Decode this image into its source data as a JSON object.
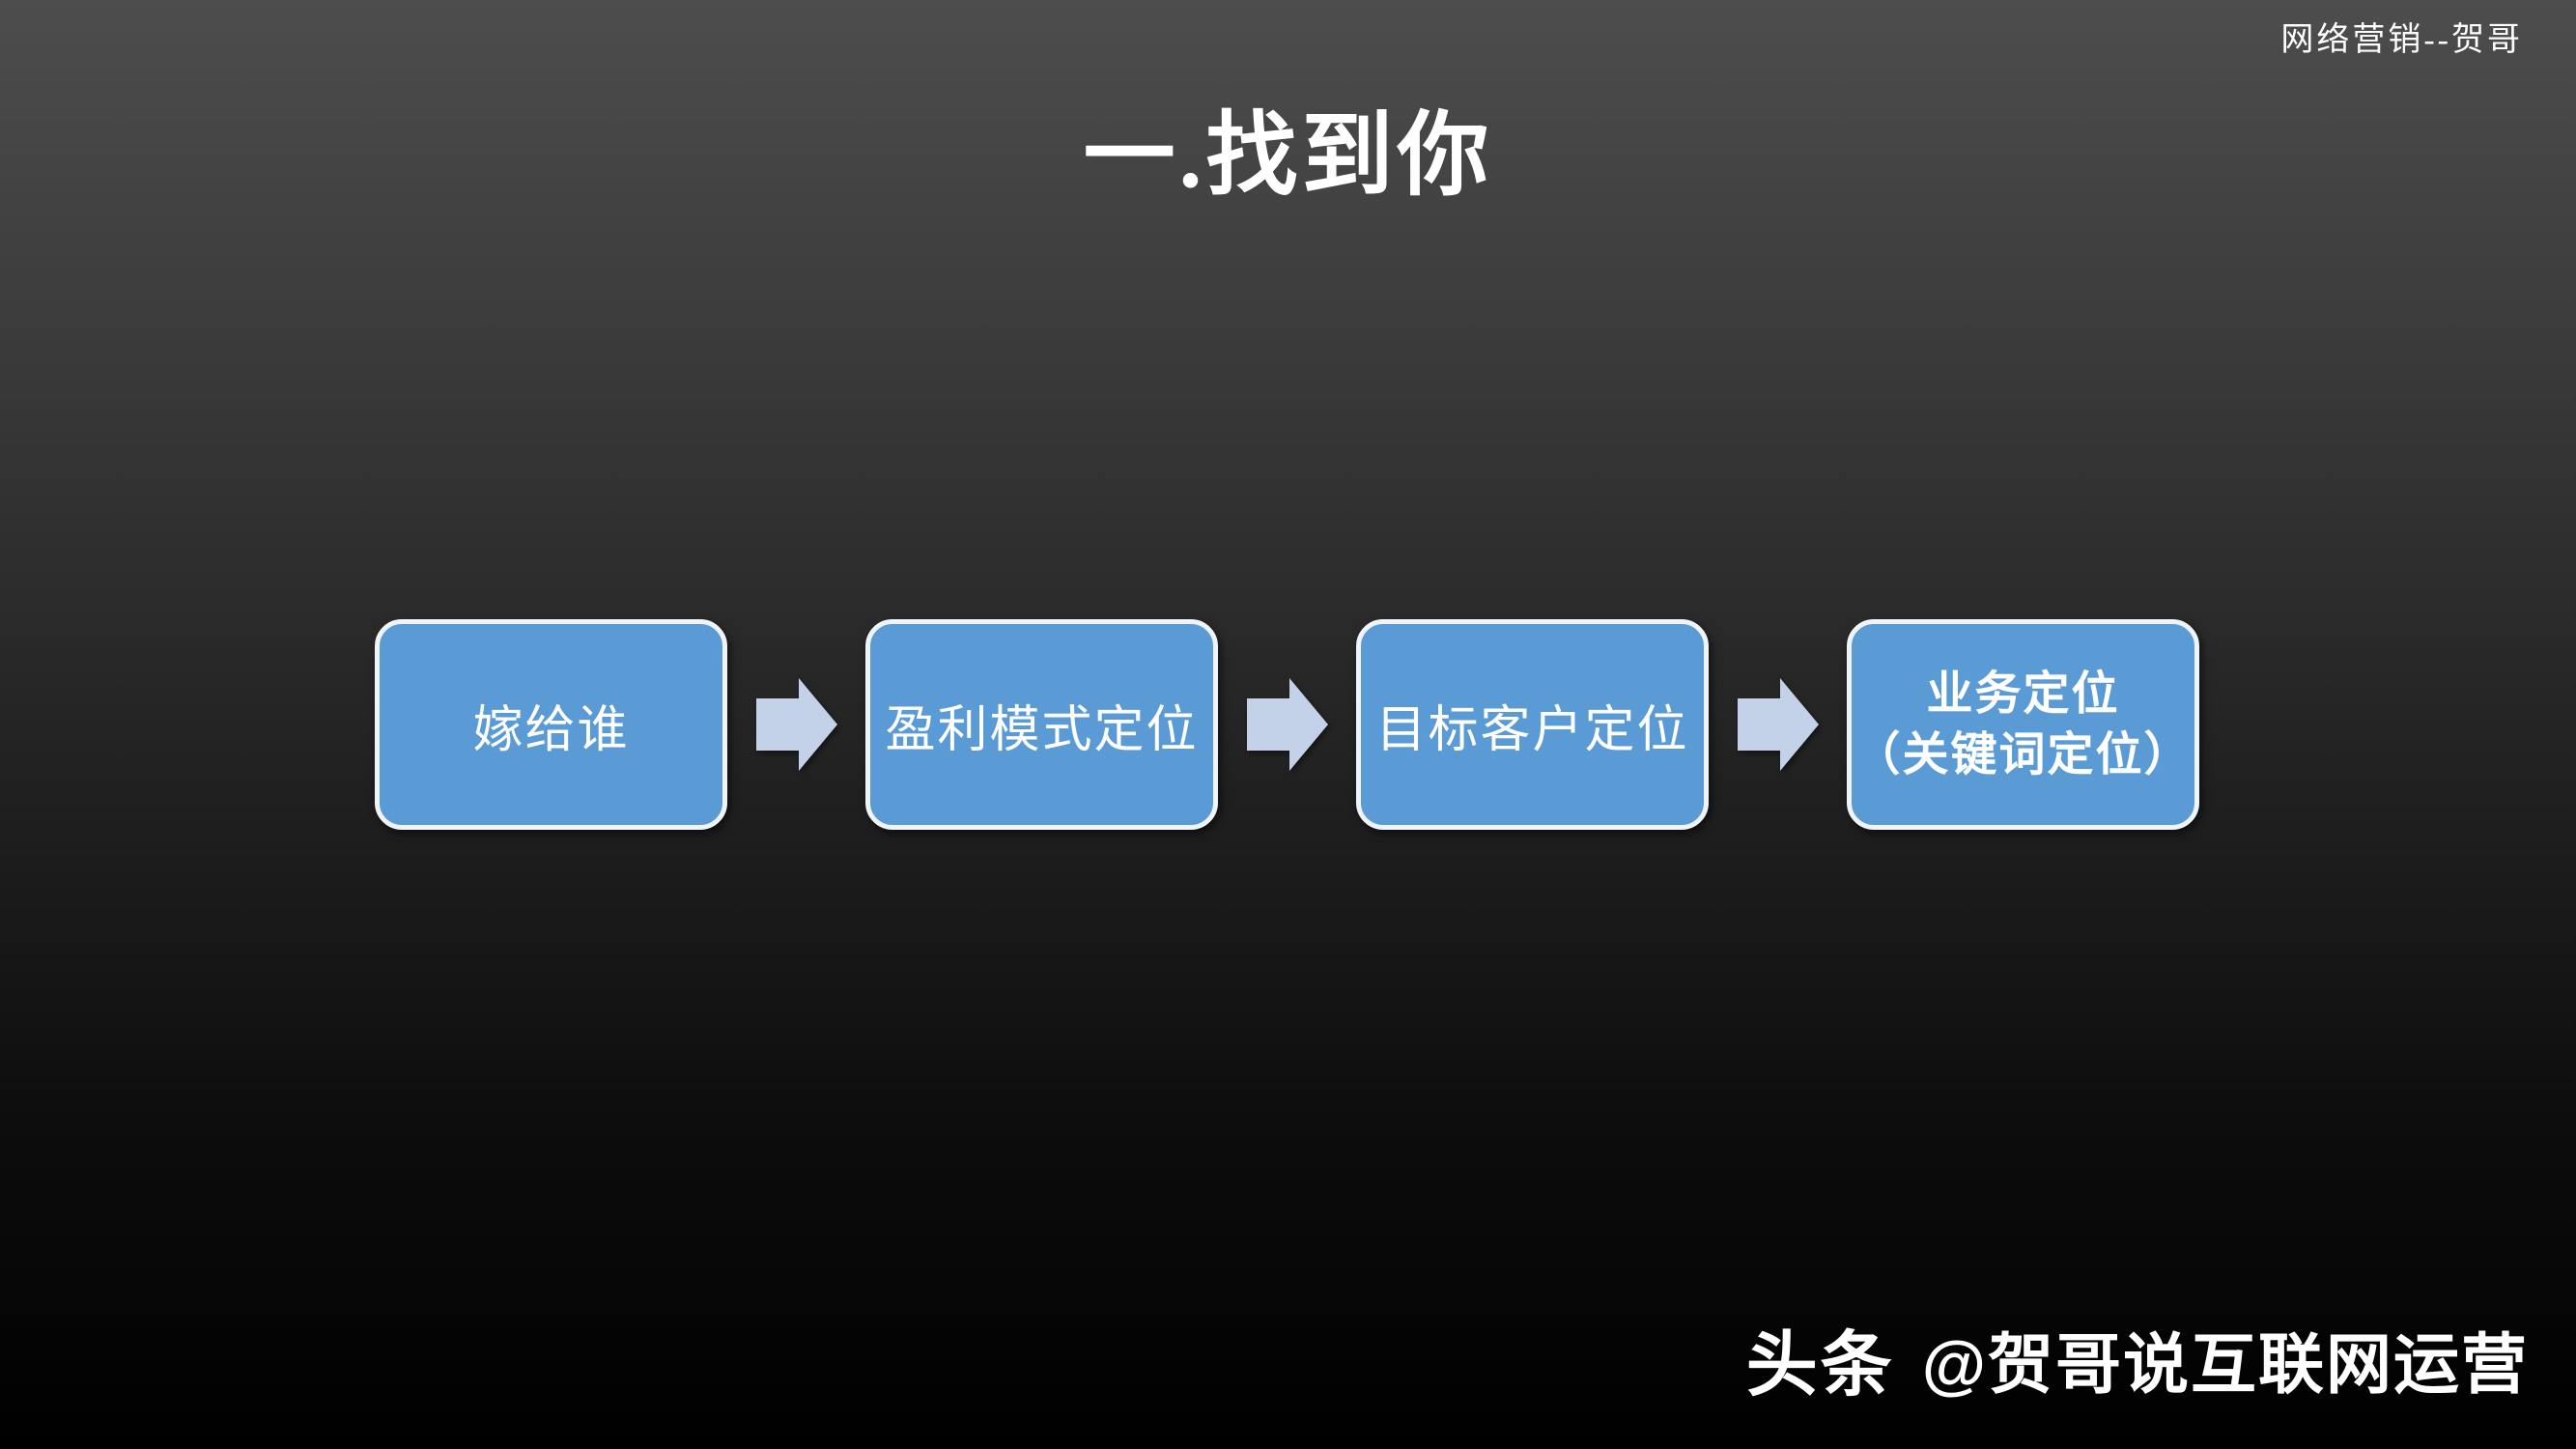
{
  "slide": {
    "corner_label": "网络营销--贺哥",
    "title": "一.找到你",
    "flow": {
      "steps": [
        {
          "label": "嫁给谁"
        },
        {
          "label": "盈利模式定位"
        },
        {
          "label": "目标客户定位"
        },
        {
          "label": "业务定位\n（关键词定位）"
        }
      ],
      "arrow_icon": "right-block-arrow"
    },
    "watermark": {
      "brand": "头条",
      "handle": "@贺哥说互联网运营"
    },
    "colors": {
      "background_top": "#4d4d4d",
      "background_bottom": "#000000",
      "box_fill": "#5b9bd5",
      "box_border": "#eef4fa",
      "arrow_fill": "#c3d2e9",
      "text": "#ffffff"
    }
  }
}
